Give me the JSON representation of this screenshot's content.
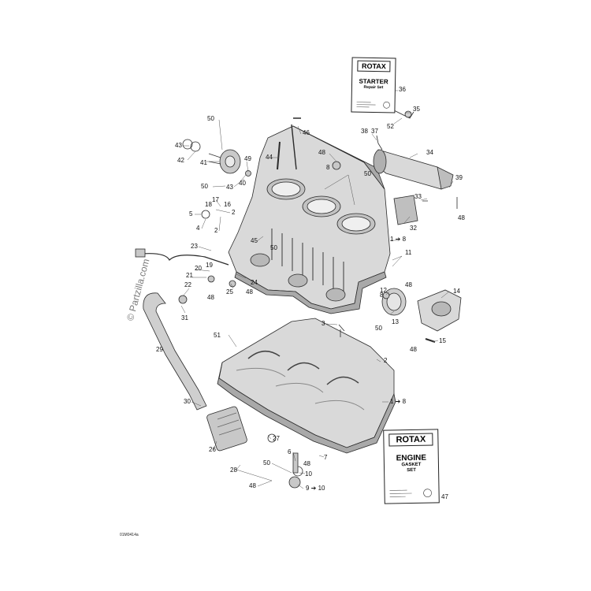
{
  "diagram": {
    "figure_code": "01M0414a",
    "watermark": "© Partzilla.com",
    "colors": {
      "part_fill": "#d9d9d9",
      "part_shade": "#a9a9a9",
      "outline": "#2b2b2b",
      "leader": "#555555",
      "background": "#ffffff"
    }
  },
  "booklets": {
    "starter": {
      "brand": "ROTAX",
      "title": "STARTER",
      "subtitle": "Repair Set"
    },
    "engine": {
      "brand": "ROTAX",
      "title": "ENGINE",
      "subtitle": "GASKET\nSET"
    }
  },
  "callouts": {
    "c36": "36",
    "c35": "35",
    "c52": "52",
    "c50a": "50",
    "c46": "46",
    "c38": "38",
    "c37": "37",
    "c34": "34",
    "c43a": "43",
    "c42": "42",
    "c41": "41",
    "c44": "44",
    "c48a": "48",
    "c8a": "8",
    "c49": "49",
    "c40": "40",
    "c43b": "43",
    "c50b": "50",
    "c50c": "50",
    "c39": "39",
    "c33": "33",
    "c48b": "48",
    "c17": "17",
    "c18": "18",
    "c16": "16",
    "c5": "5",
    "c2a": "2",
    "c4": "4",
    "c2b": "2",
    "c32": "32",
    "c45": "45",
    "c50d": "50",
    "c1to8a": "1 ➔ 8",
    "c23": "23",
    "c11": "11",
    "c20": "20",
    "c19": "19",
    "c21": "21",
    "c22": "22",
    "c48c": "48",
    "c25": "25",
    "c48d": "48",
    "c24": "24",
    "c48e": "48",
    "c14": "14",
    "c12": "12",
    "c8b": "8",
    "c13": "13",
    "c50e": "50",
    "c31": "31",
    "c3": "3",
    "c15": "15",
    "c48f": "48",
    "c51": "51",
    "c29": "29",
    "c2c": "2",
    "c1to8b": "1 ➔ 8",
    "c30": "30",
    "c26": "26",
    "c27": "27",
    "c6": "6",
    "c7": "7",
    "c50f": "50",
    "c48g": "48",
    "c10": "10",
    "c28": "28",
    "c48h": "48",
    "c9to10": "9 ➔ 10",
    "c47": "47"
  }
}
